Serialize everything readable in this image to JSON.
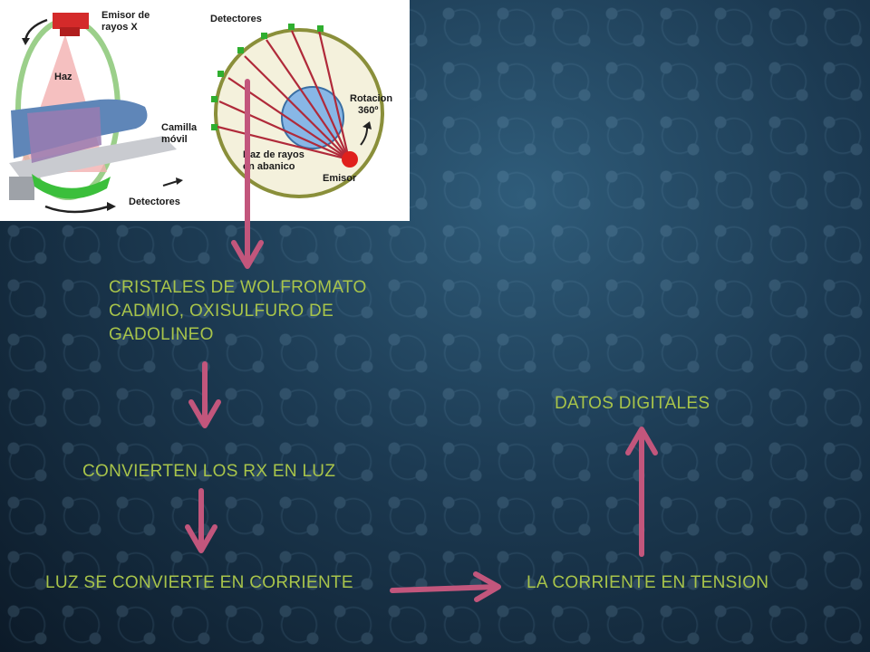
{
  "illustration": {
    "left": {
      "emitter_label_1": "Emisor de",
      "emitter_label_2": "rayos X",
      "beam_label": "Haz",
      "bed_label_1": "Camilla",
      "bed_label_2": "móvil",
      "detectors_label": "Detectores"
    },
    "right": {
      "detectors_label": "Detectores",
      "rotation_label_1": "Rotacion",
      "rotation_label_2": "360º",
      "fan_label_1": "Haz de rayos",
      "fan_label_2": "en abanico",
      "emitter_label": "Emisor"
    }
  },
  "steps": {
    "crystals_1": "CRISTALES DE WOLFROMATO",
    "crystals_2": "CADMIO, OXISULFURO DE",
    "crystals_3": "GADOLINEO",
    "convert_light": "CONVIERTEN LOS RX EN LUZ",
    "light_current": "LUZ SE CONVIERTE EN CORRIENTE",
    "current_tension": "LA CORRIENTE EN TENSION",
    "digital_data": "DATOS DIGITALES"
  },
  "colors": {
    "text": "#a8c44a",
    "arrow": "#c2567c"
  }
}
